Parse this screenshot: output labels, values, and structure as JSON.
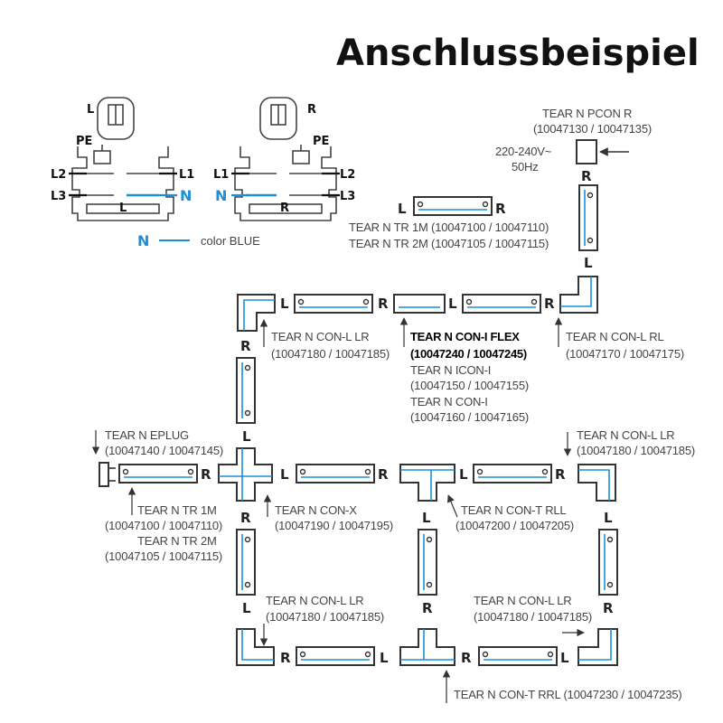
{
  "title": "Anschlussbeispiel",
  "colors": {
    "track": "#444444",
    "neutral_blue": "#1a8fd6",
    "text": "#444444"
  },
  "legend": {
    "n_letter": "N",
    "n_text": "color BLUE"
  },
  "cross_sections": [
    {
      "side": "L",
      "pe": "PE",
      "left_phases": [
        "L2",
        "L3"
      ],
      "right_phases": [
        "L1",
        "N"
      ],
      "bottom": "L"
    },
    {
      "side": "R",
      "pe": "PE",
      "left_phases": [
        "L1",
        "N"
      ],
      "right_phases": [
        "L2",
        "L3"
      ],
      "bottom": "R"
    }
  ],
  "power": {
    "voltage": "220-240V~",
    "frequency": "50Hz",
    "name": "TEAR N PCON R",
    "code": "(10047130 / 10047135)"
  },
  "components": {
    "tr_top": {
      "name1": "TEAR N TR 1M (10047100 / 10047110)",
      "name2": "TEAR N TR 2M (10047105 / 10047115)"
    },
    "con_l_lr_top": {
      "name": "TEAR N CON-L LR",
      "code": "(10047180 / 10047185)"
    },
    "con_flex": {
      "name": "TEAR N CON-I FLEX",
      "code": "(10047240 / 10047245)",
      "alt1_name": "TEAR N ICON-I",
      "alt1_code": "(10047150 / 10047155)",
      "alt2_name": "TEAR N CON-I",
      "alt2_code": "(10047160 / 10047165)"
    },
    "con_l_rl": {
      "name": "TEAR N CON-L RL",
      "code": "(10047170 / 10047175)"
    },
    "eplug": {
      "name": "TEAR N EPLUG",
      "code": "(10047140 / 10047145)"
    },
    "con_l_lr_right": {
      "name": "TEAR N CON-L LR",
      "code": "(10047180 / 10047185)"
    },
    "tr_left": {
      "name1": "TEAR N TR 1M",
      "code1": "(10047100 / 10047110)",
      "name2": "TEAR N TR 2M",
      "code2": "(10047105 / 10047115)"
    },
    "con_x": {
      "name": "TEAR N CON-X",
      "code": "(10047190 / 10047195)"
    },
    "con_t_rll": {
      "name": "TEAR N CON-T RLL",
      "code": "(10047200 / 10047205)"
    },
    "con_l_lr_bottom_left": {
      "name": "TEAR N CON-L LR",
      "code": "(10047180 / 10047185)"
    },
    "con_l_lr_bottom_right": {
      "name": "TEAR N CON-L LR",
      "code": "(10047180 / 10047185)"
    },
    "con_t_rrl": {
      "name": "TEAR N CON-T RRL (10047230 / 10047235)"
    }
  },
  "side_labels": {
    "left": "L",
    "right": "R"
  }
}
